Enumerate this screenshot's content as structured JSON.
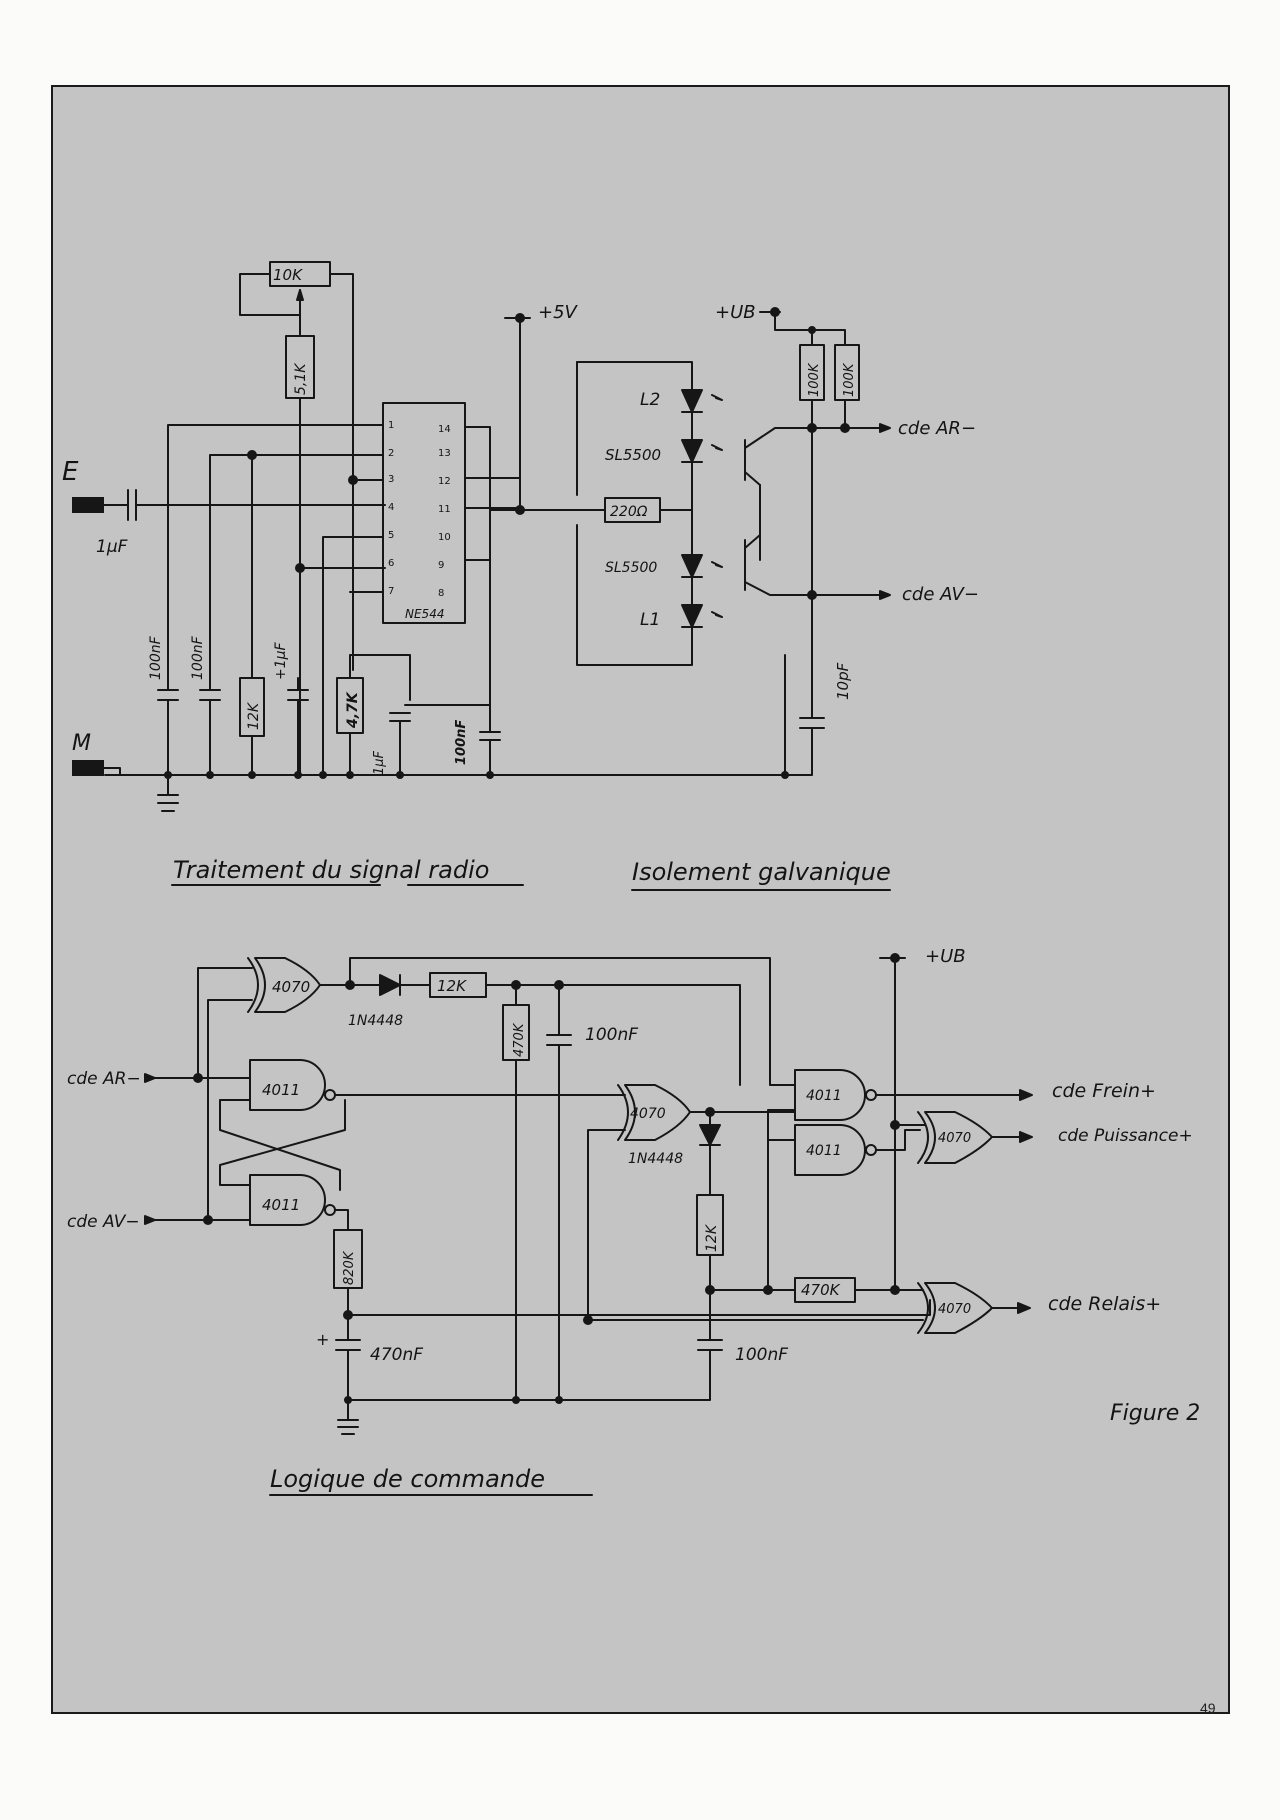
{
  "page_number": "49",
  "figure_label": "Figure 2",
  "sections": {
    "signal": "Traitement du signal radio",
    "isolation": "Isolement galvanique",
    "logic": "Logique de commande"
  },
  "input_labels": {
    "e": "E",
    "m": "M"
  },
  "supplies": {
    "v5": "+5V",
    "ub": "+UB",
    "ub2": "+UB"
  },
  "outputs": {
    "ar": "cde AR−",
    "av": "cde AV−",
    "frein": "cde Frein+",
    "puissance": "cde Puissance+",
    "relais": "cde Relais+"
  },
  "inputs": {
    "ar": "cde AR−",
    "av": "cde AV−"
  },
  "ic": {
    "name": "NE544",
    "pins_left": [
      "1",
      "2",
      "3",
      "4",
      "5",
      "6",
      "7"
    ],
    "pins_right": [
      "14",
      "13",
      "12",
      "11",
      "10",
      "9",
      "8"
    ]
  },
  "components": {
    "pot": "10K",
    "r51": "5,1K",
    "r12a": "12K",
    "r47": "4,7K",
    "c1uf_in": "1µF",
    "c100nf_a": "100nF",
    "c100nf_b": "100nF",
    "c1uf_b": "+1µF",
    "c1uf_c": "1µF",
    "c100nf_c": "100nF",
    "r220": "220Ω",
    "r100k_a": "100K",
    "r100k_b": "100K",
    "c10pf": "10pF",
    "led2": "L2",
    "led1": "L1",
    "sl1": "SL5500",
    "sl2": "SL5500",
    "d1": "1N4448",
    "d2": "1N4448",
    "r12b": "12K",
    "r470k_a": "470K",
    "c100nf_d": "100nF",
    "r820": "820K",
    "c470": "470nF",
    "r12c": "12K",
    "c100nf_e": "100nF",
    "r470k_b": "470K",
    "g4070a": "4070",
    "g4011a": "4011",
    "g4011b": "4011",
    "g4070b": "4070",
    "g4011c": "4011",
    "g4011d": "4011",
    "g4070c": "4070",
    "g4070d": "4070"
  }
}
